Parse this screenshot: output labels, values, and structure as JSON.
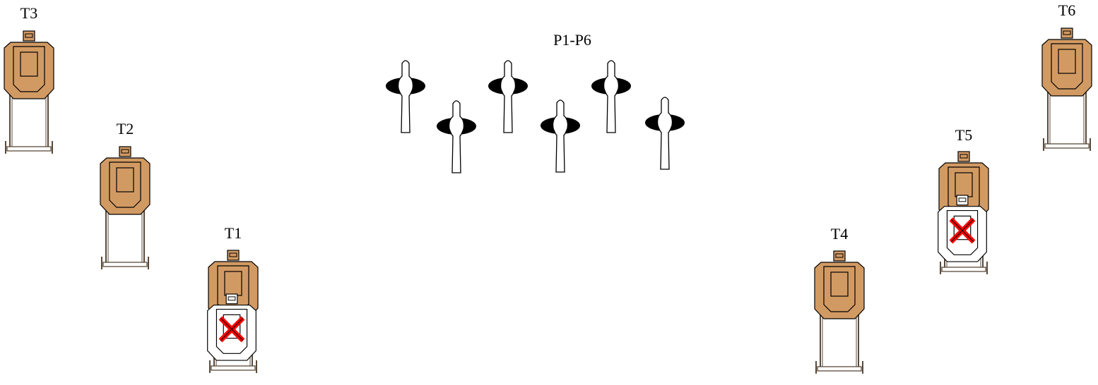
{
  "targets": [
    {
      "label": "T1",
      "no_shoot": true
    },
    {
      "label": "T2",
      "no_shoot": false
    },
    {
      "label": "T3",
      "no_shoot": false
    },
    {
      "label": "T4",
      "no_shoot": false
    },
    {
      "label": "T5",
      "no_shoot": true
    },
    {
      "label": "T6",
      "no_shoot": false
    }
  ],
  "poppers": {
    "label": "P1-P6",
    "count": 6
  },
  "colors": {
    "target_fill": "#d29a63",
    "no_shoot_fill": "#ffffff",
    "popper_fill": "#ffffff",
    "popper_base": "#000000",
    "no_shoot_x": "#ff0000",
    "stand": "#5a4a3a"
  }
}
